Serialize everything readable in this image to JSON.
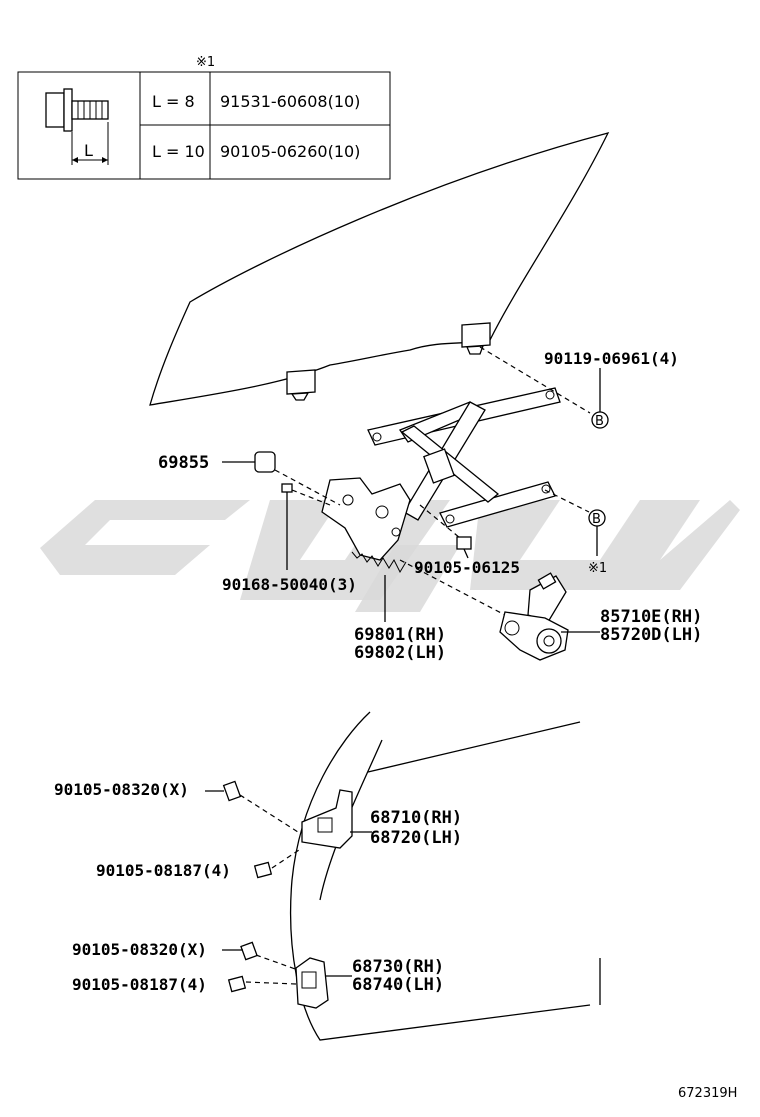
{
  "fastener_table": {
    "note_mark": "※1",
    "dimension_label": "L",
    "rows": [
      {
        "length": "L = 8",
        "part_number": "91531-60608(10)"
      },
      {
        "length": "L = 10",
        "part_number": "90105-06260(10)"
      }
    ]
  },
  "callouts": {
    "bolt_b": "90119-06961(4)",
    "clip": "69855",
    "bolt_regulator_bottom": "90105-06125",
    "screw_regulator": "90168-50040(3)",
    "regulator_rh": "69801(RH)",
    "regulator_lh": "69802(LH)",
    "motor_rh": "85710E(RH)",
    "motor_lh": "85720D(LH)",
    "ref_b_mark": "B",
    "ref_note": "※1",
    "hinge_upper_bolt_a": "90105-08320(X)",
    "hinge_upper_bolt_b": "90105-08187(4)",
    "hinge_upper_rh": "68710(RH)",
    "hinge_upper_lh": "68720(LH)",
    "hinge_lower_bolt_a": "90105-08320(X)",
    "hinge_lower_bolt_b": "90105-08187(4)",
    "hinge_lower_rh": "68730(RH)",
    "hinge_lower_lh": "68740(LH)"
  },
  "figure_code": "672319H"
}
